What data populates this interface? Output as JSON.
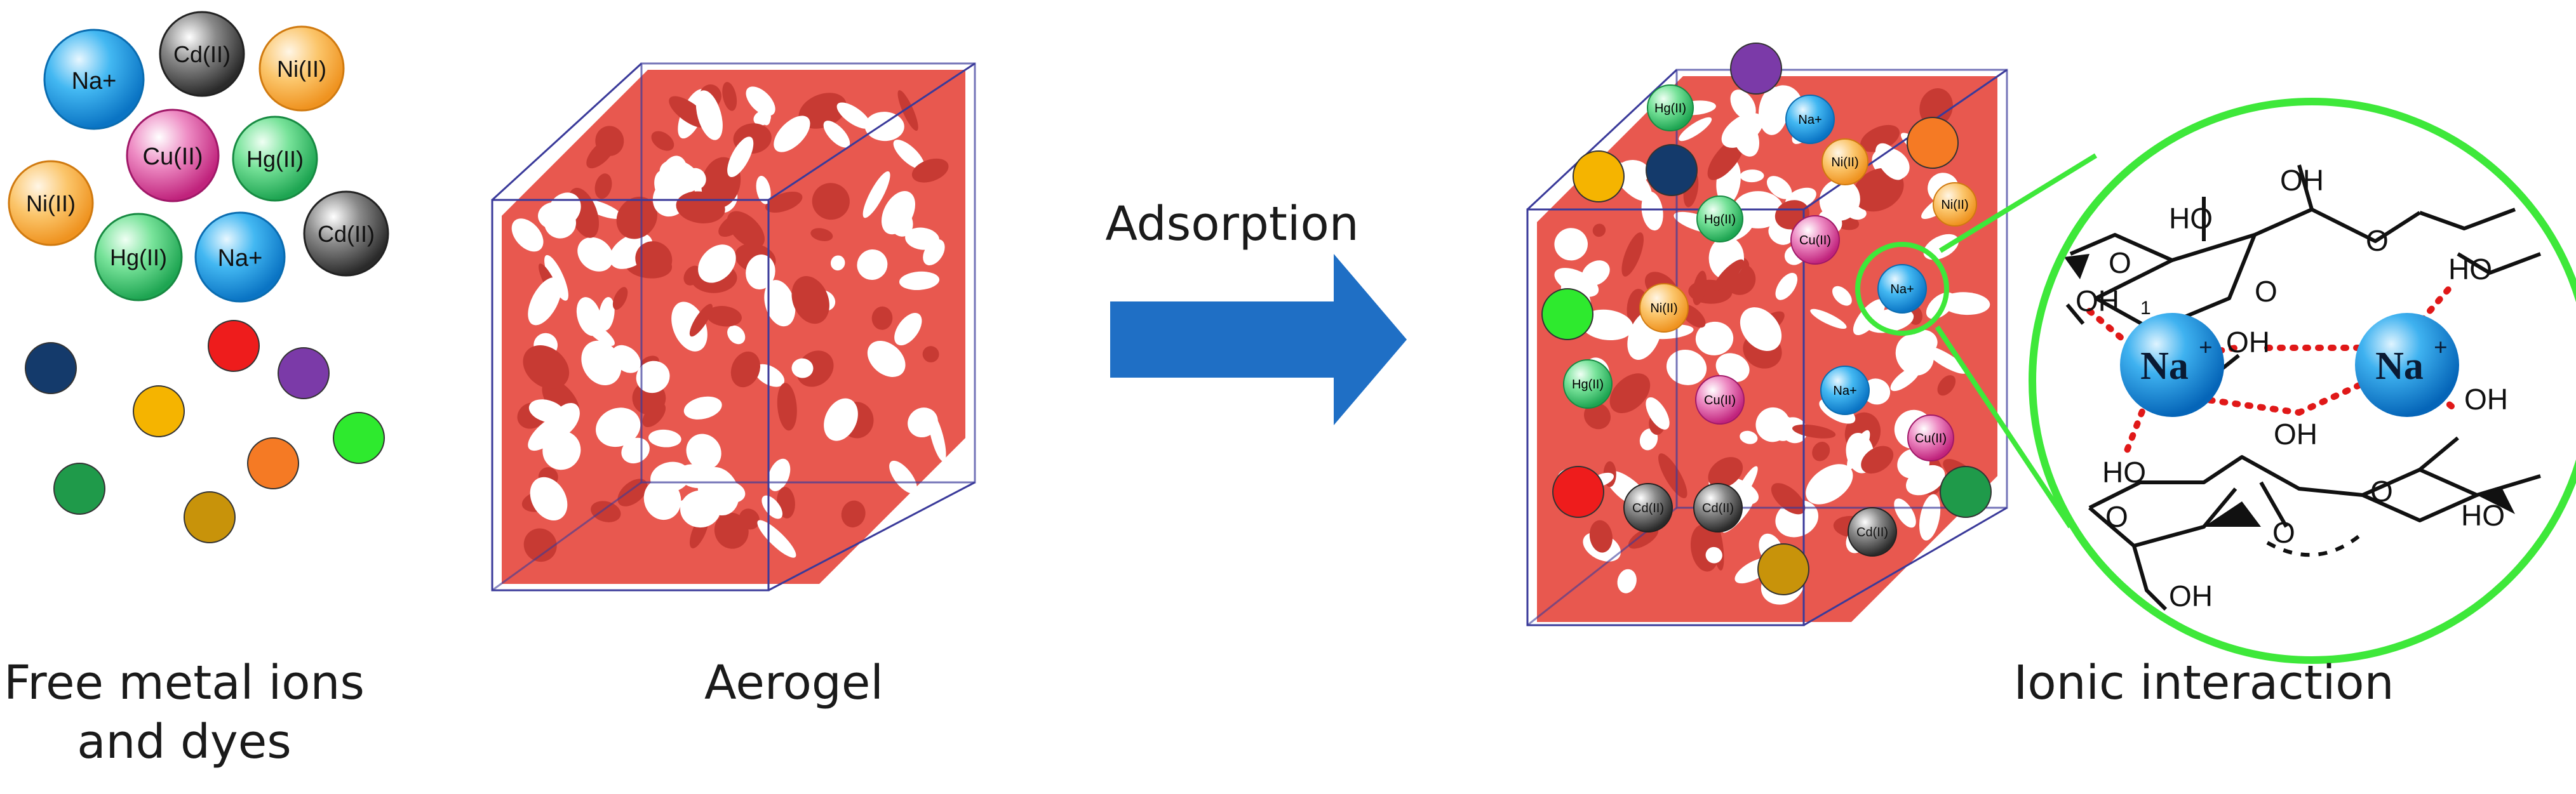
{
  "captions": {
    "free_line1": "Free metal ions",
    "free_line2": "and dyes",
    "aerogel": "Aerogel",
    "adsorption": "Adsorption",
    "ionic": "Ionic interaction"
  },
  "colors": {
    "aerogel": "#e8584f",
    "aerogel_dark": "#c73a33",
    "cube_edge": "#3a3a9a",
    "arrow": "#1f6fc5",
    "zoom_ring": "#3ee83a",
    "bond_dots": "#e01818",
    "na": "#1a9ee8",
    "cd": "#555555",
    "ni": "#f5a623",
    "cu": "#d63a8f",
    "hg": "#3ac86a"
  },
  "ion_labels": {
    "na": "Na+",
    "cd": "Cd(II)",
    "ni": "Ni(II)",
    "cu": "Cu(II)",
    "hg": "Hg(II)",
    "na_big": "Na"
  },
  "molecule": {
    "oh": "OH",
    "ho": "HO",
    "o": "O",
    "plus": "+",
    "one": "1"
  },
  "dyes": [
    {
      "color": "#143a6b"
    },
    {
      "color": "#ee1c1c"
    },
    {
      "color": "#7b3aa8"
    },
    {
      "color": "#f5b400"
    },
    {
      "color": "#2eea2e"
    },
    {
      "color": "#1f9a4a"
    },
    {
      "color": "#f57a24"
    },
    {
      "color": "#c8930a"
    }
  ]
}
